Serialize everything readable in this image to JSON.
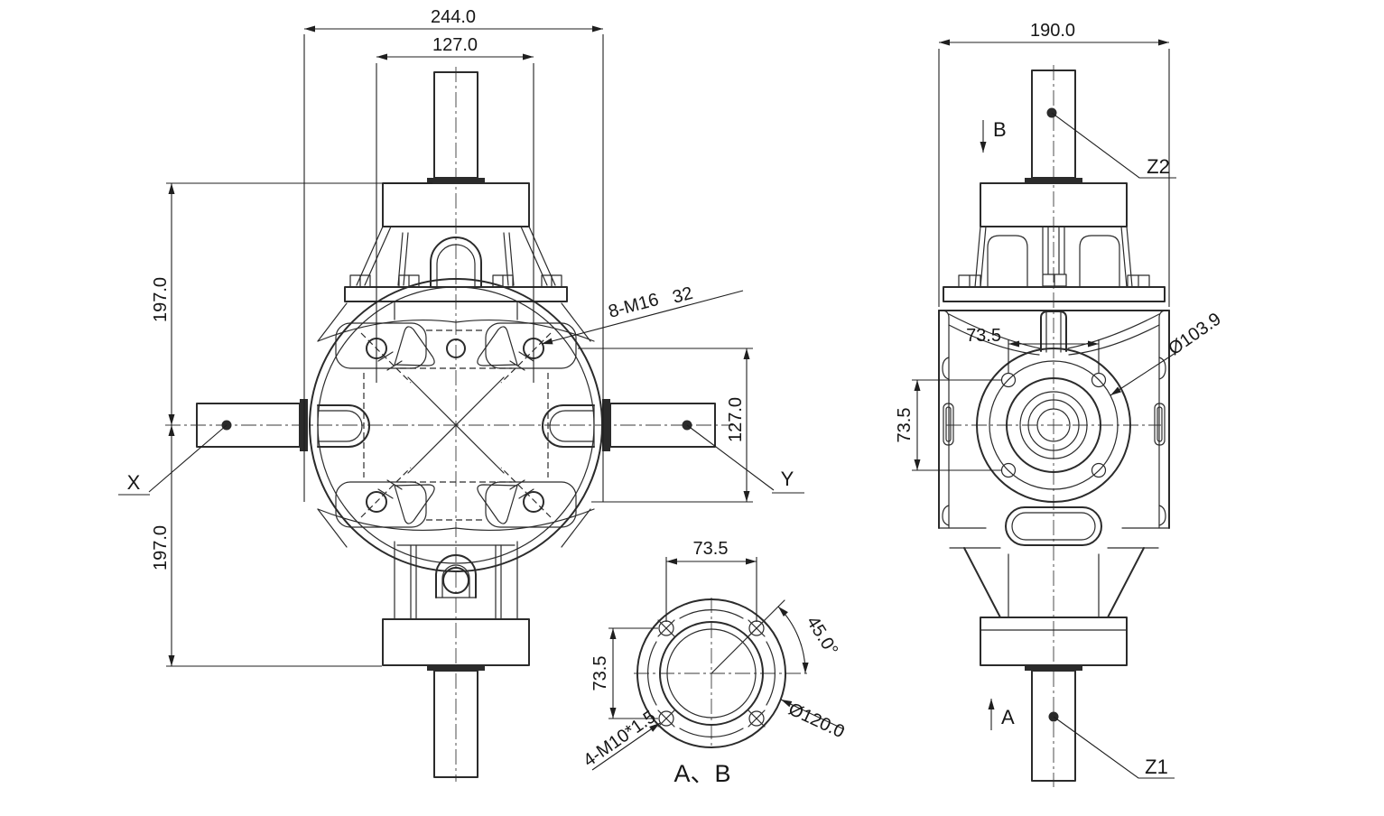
{
  "front_view": {
    "dim_overall_width": "244.0",
    "dim_bolt_span_h": "127.0",
    "dim_upper_height": "197.0",
    "dim_lower_height": "197.0",
    "dim_bolt_span_v": "127.0",
    "thread_callout": "8-M16",
    "thread_depth": "32",
    "shaft_label_x": "X",
    "shaft_label_y": "Y"
  },
  "side_view": {
    "dim_overall_width": "190.0",
    "dim_bolt_span_h": "73.5",
    "dim_bolt_span_v": "73.5",
    "dim_bolt_circle_dia": "Ø103.9",
    "view_arrow_b": "B",
    "view_arrow_a": "A",
    "shaft_label_z2": "Z2",
    "shaft_label_z1": "Z1"
  },
  "flange_view": {
    "dim_bolt_span_h": "73.5",
    "dim_bolt_span_v": "73.5",
    "dim_bolt_angle": "45.0°",
    "dim_outer_dia": "Ø120.0",
    "thread_callout": "4-M10*1.5",
    "caption": "A、B"
  },
  "colors": {
    "line": "#2b2b2b",
    "dim_text": "#161616",
    "background": "#ffffff"
  }
}
